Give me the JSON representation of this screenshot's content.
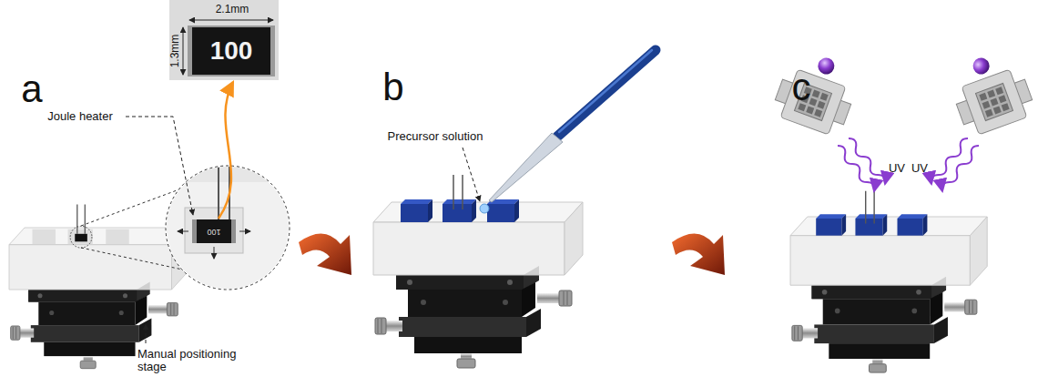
{
  "diagram": {
    "nodes": [
      {
        "text": [
          "100"
        ]
      }
    ],
    "labels": [
      "2.1mm",
      "1.3mm",
      "a",
      "Joule heater",
      "100",
      "Manual positioning stage",
      "b",
      "Precursor solution",
      "c",
      "UV",
      "UV"
    ]
  }
}
